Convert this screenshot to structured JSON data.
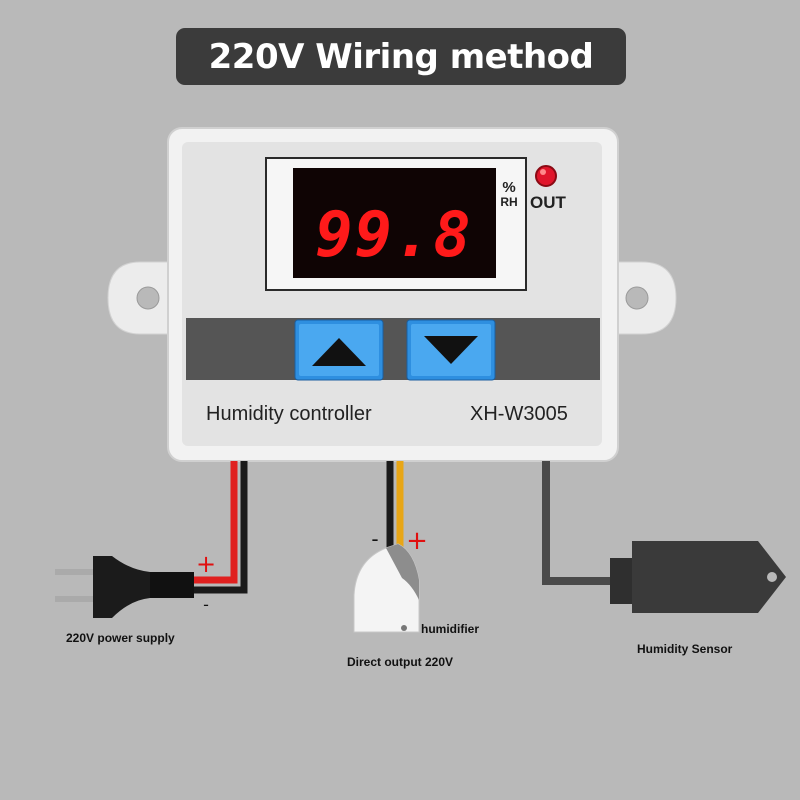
{
  "title": "220V Wiring method",
  "device": {
    "display_value": "99.8",
    "unit_percent": "%",
    "unit_rh": "RH",
    "out_label": "OUT",
    "name": "Humidity controller",
    "model": "XH-W3005",
    "led_color": "#e0162b",
    "button_color": "#2e8fe0"
  },
  "buttons": {
    "up": "up-arrow-icon",
    "down": "down-arrow-icon"
  },
  "wiring": {
    "power_plus": "+",
    "power_minus": "-",
    "humidifier_minus": "-",
    "humidifier_plus": "+"
  },
  "labels": {
    "power_supply": "220V power supply",
    "humidifier": "humidifier",
    "direct_output": "Direct output 220V",
    "sensor": "Humidity Sensor"
  },
  "colors": {
    "wire_red": "#e0201f",
    "wire_black": "#1a1a1a",
    "wire_yellow": "#e8a616",
    "wire_gray": "#4a4a4a",
    "plus_red": "#e01010"
  }
}
